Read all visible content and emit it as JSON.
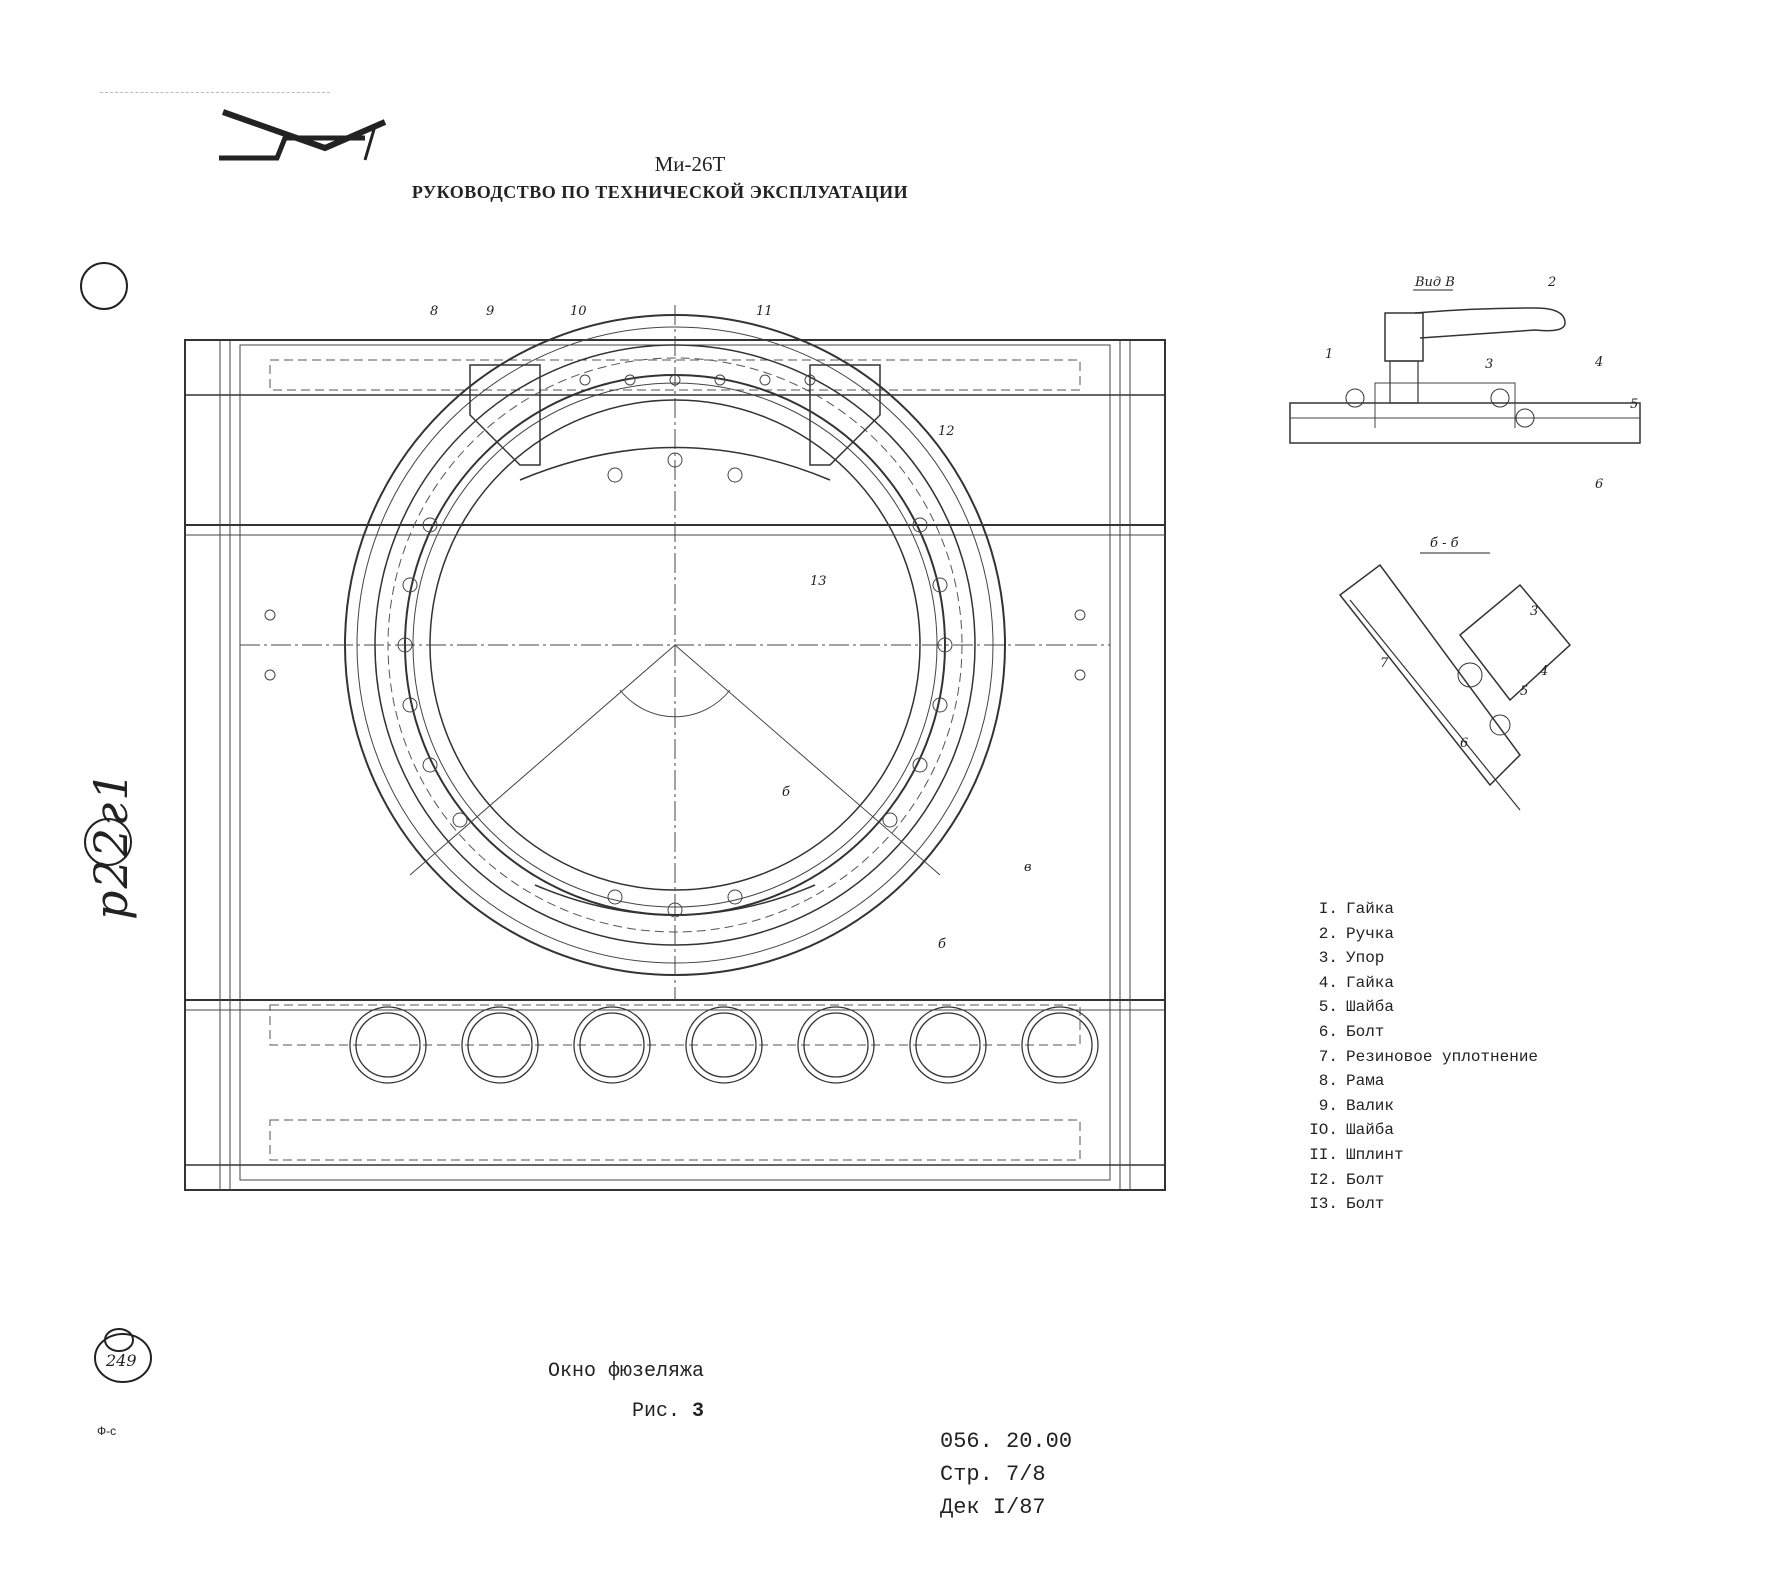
{
  "header": {
    "model": "Ми-26Т",
    "manual_title": "РУКОВОДСТВО ПО ТЕХНИЧЕСКОЙ ЭКСПЛУАТАЦИИ"
  },
  "margin_note": "р22г1",
  "side_mark": "Ф-с",
  "stamp_text": "249",
  "main_drawing": {
    "callouts": [
      "8",
      "9",
      "10",
      "11",
      "12",
      "13",
      "б",
      "б",
      "в"
    ]
  },
  "view_b": {
    "title": "Вид В",
    "callouts": [
      "1",
      "2",
      "3",
      "4",
      "5",
      "6"
    ]
  },
  "section_bb": {
    "title": "б - б",
    "callouts": [
      "3",
      "4",
      "5",
      "6",
      "7"
    ]
  },
  "legend": [
    {
      "num": "I.",
      "label": "Гайка"
    },
    {
      "num": "2.",
      "label": "Ручка"
    },
    {
      "num": "3.",
      "label": "Упор"
    },
    {
      "num": "4.",
      "label": "Гайка"
    },
    {
      "num": "5.",
      "label": "Шайба"
    },
    {
      "num": "6.",
      "label": "Болт"
    },
    {
      "num": "7.",
      "label": "Резиновое уплотнение"
    },
    {
      "num": "8.",
      "label": "Рама"
    },
    {
      "num": "9.",
      "label": "Валик"
    },
    {
      "num": "IO.",
      "label": "Шайба"
    },
    {
      "num": "II.",
      "label": "Шплинт"
    },
    {
      "num": "I2.",
      "label": "Болт"
    },
    {
      "num": "I3.",
      "label": "Болт"
    }
  ],
  "figure": {
    "caption": "Окно фюзеляжа",
    "label": "Рис.",
    "number": "3"
  },
  "doc_info": {
    "code": "056. 20.00",
    "page_label": "Стр.",
    "page": "7/8",
    "date_label": "Дек",
    "date": "I/87"
  }
}
